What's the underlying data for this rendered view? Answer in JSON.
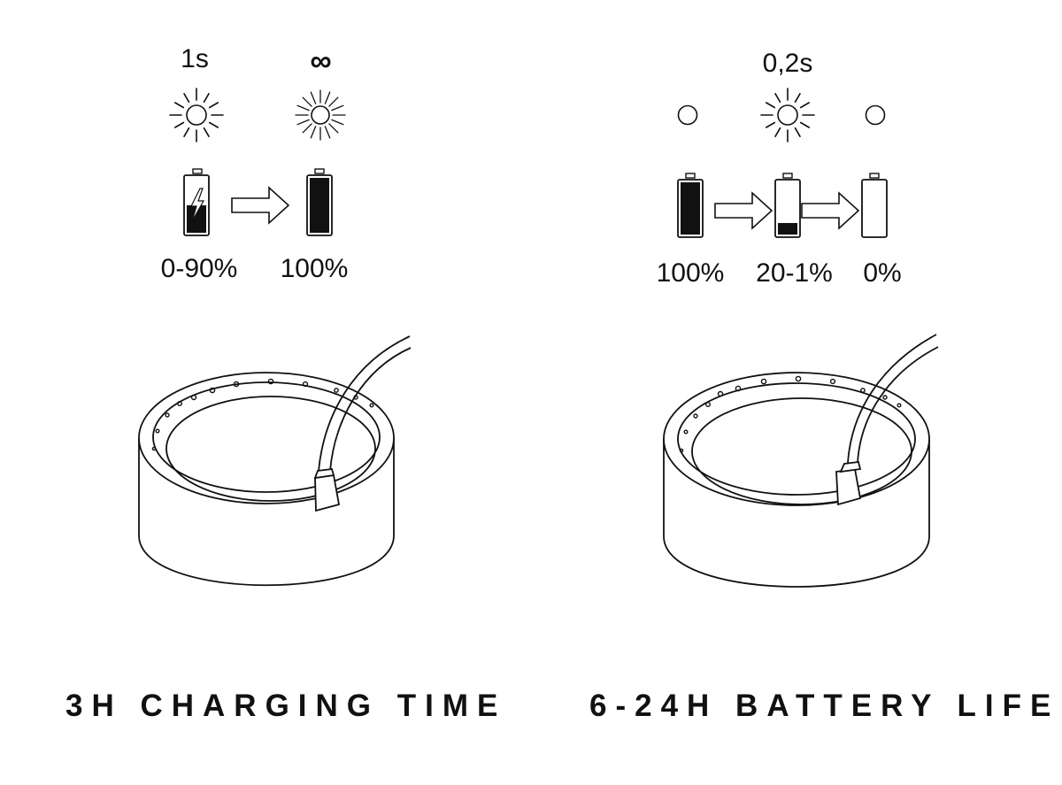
{
  "colors": {
    "ink": "#111111",
    "background": "#ffffff"
  },
  "charging": {
    "blink_labels": [
      "1s",
      "∞"
    ],
    "levels": [
      "0-90%",
      "100%"
    ],
    "caption": "3H CHARGING TIME",
    "battery_fill_levels": [
      0.45,
      1.0
    ],
    "icons": [
      "blinking-light-icon",
      "solid-light-icon",
      "charging-battery-icon",
      "arrow-right-icon",
      "full-battery-icon"
    ]
  },
  "battery": {
    "blink_labels": [
      "0,2s"
    ],
    "levels": [
      "100%",
      "20-1%",
      "0%"
    ],
    "caption": "6-24H BATTERY LIFE",
    "battery_fill_levels": [
      1.0,
      0.2,
      0.0
    ],
    "icons": [
      "light-off-icon",
      "blinking-light-icon",
      "light-off-icon",
      "full-battery-icon",
      "arrow-right-icon",
      "low-battery-icon",
      "arrow-right-icon",
      "empty-battery-icon"
    ]
  }
}
